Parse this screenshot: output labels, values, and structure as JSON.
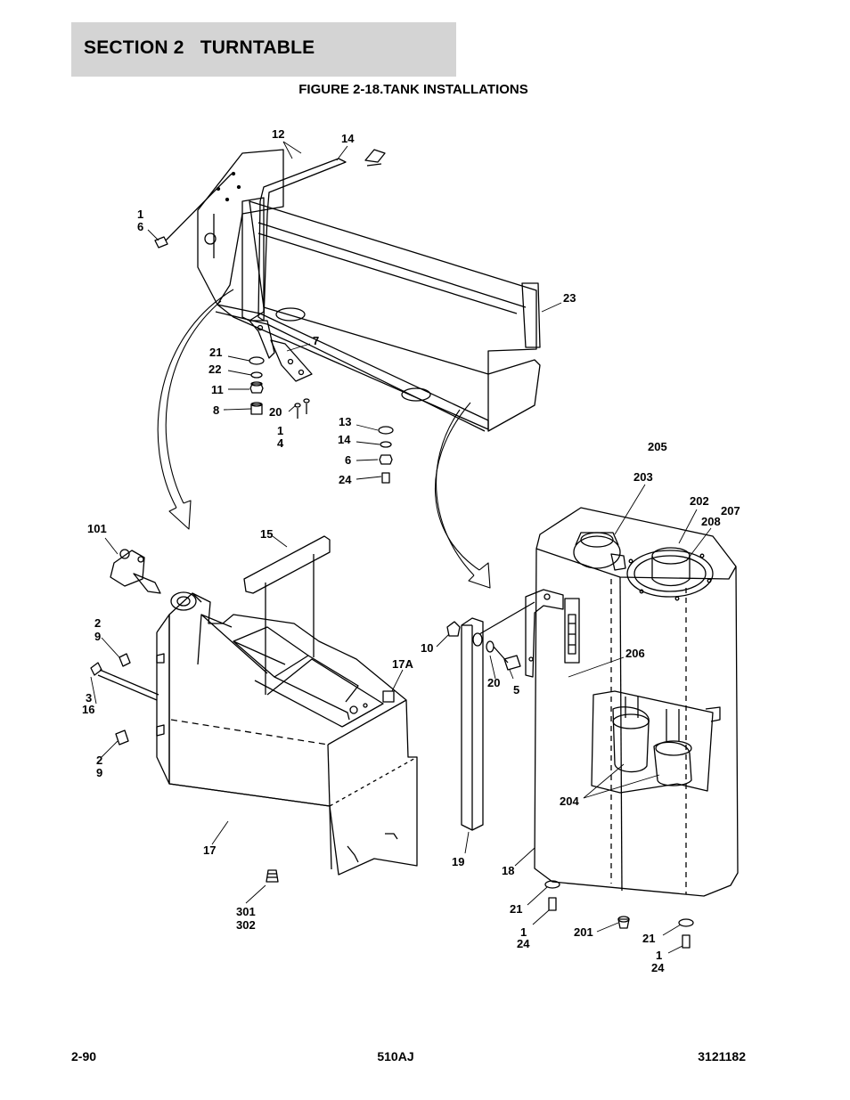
{
  "header": {
    "section_title": "SECTION 2   TURNTABLE",
    "figure_title": "FIGURE 2-18.TANK INSTALLATIONS"
  },
  "callouts": {
    "c12": "12",
    "c14a": "14",
    "c1a": "1",
    "c6a": "6",
    "c23": "23",
    "c7": "7",
    "c21a": "21",
    "c22": "22",
    "c11": "11",
    "c8": "8",
    "c20a": "20",
    "c1b": "1",
    "c4": "4",
    "c13": "13",
    "c14b": "14",
    "c6b": "6",
    "c24a": "24",
    "c205": "205",
    "c203": "203",
    "c202": "202",
    "c208": "208",
    "c207": "207",
    "c101": "101",
    "c15": "15",
    "c2a": "2",
    "c9a": "9",
    "c3": "3",
    "c16": "16",
    "c2b": "2",
    "c9b": "9",
    "c17a": "17A",
    "c10": "10",
    "c20b": "20",
    "c5": "5",
    "c206": "206",
    "c17": "17",
    "c301": "301",
    "c302": "302",
    "c19": "19",
    "c204": "204",
    "c18": "18",
    "c21b": "21",
    "c1c": "1",
    "c24b": "24",
    "c201": "201",
    "c21c": "21",
    "c1d": "1",
    "c24c": "24"
  },
  "footer": {
    "page_number": "2-90",
    "model": "510AJ",
    "doc_number": "3121182"
  }
}
